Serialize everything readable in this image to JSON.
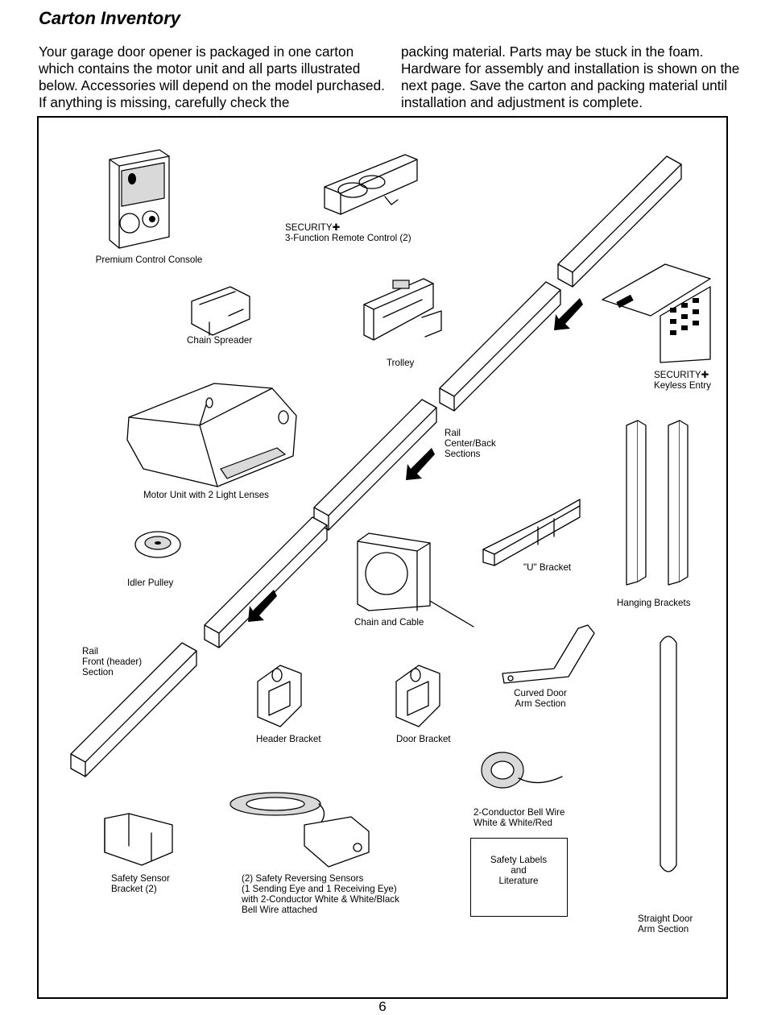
{
  "heading": "Carton Inventory",
  "intro_left": "Your garage door opener is packaged in one carton which contains the motor unit and all parts illustrated below. Accessories will depend on the model purchased. If anything is missing, carefully check the",
  "intro_right": "packing material. Parts may be stuck in the foam. Hardware for assembly and installation is shown on the next page. Save the carton and packing material until installation and adjustment is complete.",
  "parts": {
    "console": "Premium Control Console",
    "remote": "SECURITY✚\n3-Function Remote Control (2)",
    "chain_spreader": "Chain Spreader",
    "trolley": "Trolley",
    "keyless": "SECURITY✚\nKeyless Entry",
    "rail_center": "Rail\nCenter/Back\nSections",
    "motor": "Motor Unit with 2 Light Lenses",
    "idler": "Idler Pulley",
    "u_bracket": "\"U\" Bracket",
    "hanging": "Hanging Brackets",
    "chain_cable": "Chain and Cable",
    "rail_front": "Rail\nFront (header)\nSection",
    "curved_arm": "Curved Door\nArm Section",
    "header_bracket": "Header Bracket",
    "door_bracket": "Door Bracket",
    "bell_wire": "2-Conductor Bell Wire\nWhite & White/Red",
    "sensor_bracket": "Safety Sensor\nBracket (2)",
    "sensors": "(2) Safety Reversing Sensors\n(1 Sending Eye and 1 Receiving Eye)\nwith 2-Conductor White & White/Black\nBell Wire attached",
    "literature": "Safety Labels\nand\nLiterature",
    "straight_arm": "Straight Door\nArm Section"
  },
  "page_number": "6"
}
